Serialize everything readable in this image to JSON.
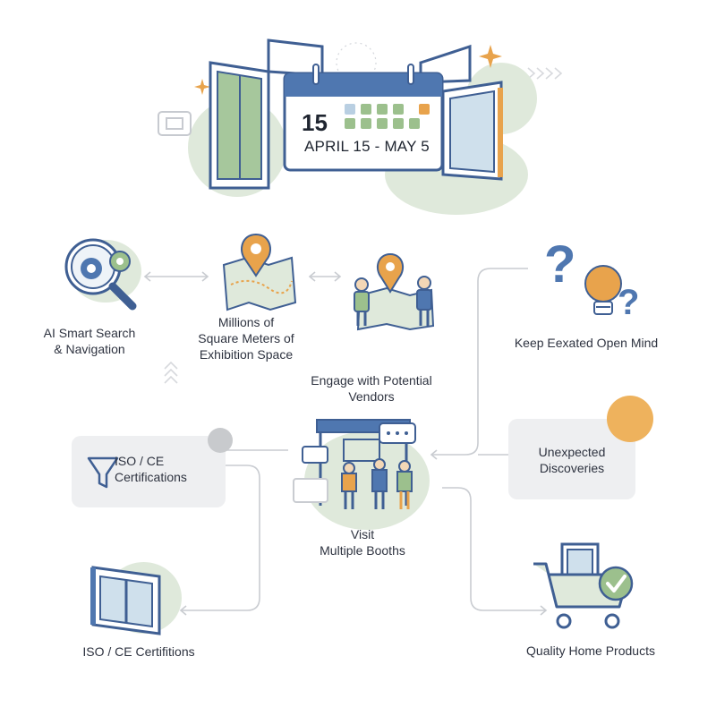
{
  "calendar": {
    "day": "15",
    "range": "APRIL 15 - MAY 5"
  },
  "nodes": {
    "ai_search": "AI Smart Search\n& Navigation",
    "exhibition": "Millions of\nSquare Meters of\nExhibition Space",
    "open_mind": "Keep Eexated Open Mind",
    "engage": "Engage with Potential\nVendors",
    "certifications_card": "ISO / CE\nCertifications",
    "discoveries": "Unexpected\nDiscoveries",
    "visit_booths": "Visit\nMultiple Booths",
    "certifitions": "ISO / CE Certifitions",
    "quality_products": "Quality Home Products"
  },
  "colors": {
    "accent_blue": "#4f77b0",
    "accent_green": "#9cc08d",
    "accent_orange": "#e8a34c",
    "card_bg": "#eeeff1",
    "line": "#c9ccd1"
  },
  "icons": [
    "calendar-icon",
    "window-icon",
    "magnifier-gear-icon",
    "map-pin-icon",
    "people-map-icon",
    "question-bulb-icon",
    "funnel-icon",
    "booth-icon",
    "window-frame-icon",
    "shopping-cart-icon"
  ]
}
